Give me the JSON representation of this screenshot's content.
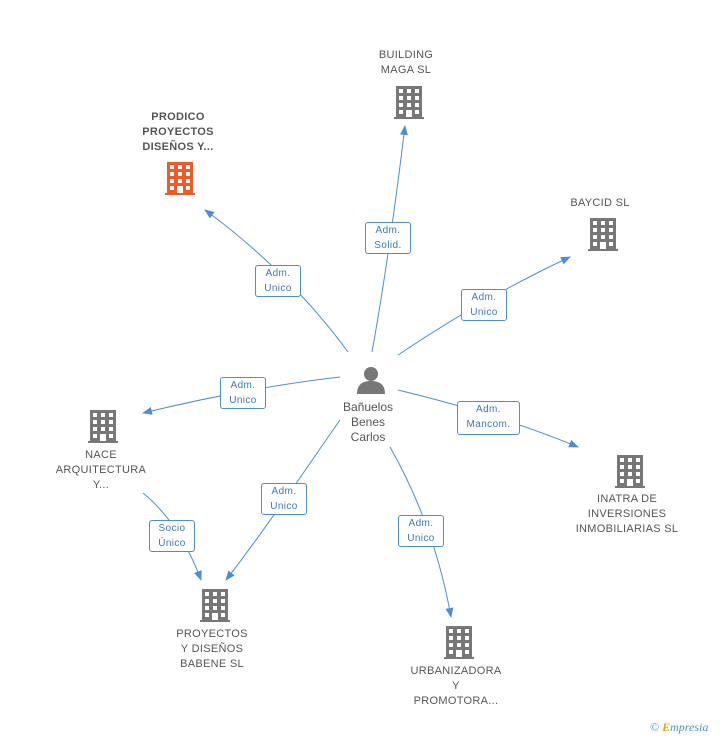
{
  "center": {
    "name": "Bañuelos\nBenes\nCarlos",
    "icon": "person-icon"
  },
  "companies": [
    {
      "id": "building",
      "name": "BUILDING\nMAGA SL",
      "icon": "building-icon",
      "color": "#777777"
    },
    {
      "id": "prodico",
      "name": "PRODICO\nPROYECTOS\nDISEÑOS Y...",
      "icon": "building-icon",
      "color": "#f05a28",
      "highlight": true
    },
    {
      "id": "baycid",
      "name": "BAYCID SL",
      "icon": "building-icon",
      "color": "#777777"
    },
    {
      "id": "nace",
      "name": "NACE\nARQUITECTURA\nY...",
      "icon": "building-icon",
      "color": "#777777"
    },
    {
      "id": "inatra",
      "name": "INATRA DE\nINVERSIONES\nINMOBILIARIAS SL",
      "icon": "building-icon",
      "color": "#777777"
    },
    {
      "id": "proyectos",
      "name": "PROYECTOS\nY DISEÑOS\nBABENE SL",
      "icon": "building-icon",
      "color": "#777777"
    },
    {
      "id": "urbanizadora",
      "name": "URBANIZADORA\nY\nPROMOTORA...",
      "icon": "building-icon",
      "color": "#777777"
    }
  ],
  "relations": [
    {
      "from": "center",
      "to": "building",
      "label": "Adm.\nSolid."
    },
    {
      "from": "center",
      "to": "prodico",
      "label": "Adm.\nUnico"
    },
    {
      "from": "center",
      "to": "baycid",
      "label": "Adm.\nUnico"
    },
    {
      "from": "center",
      "to": "nace",
      "label": "Adm.\nUnico"
    },
    {
      "from": "center",
      "to": "inatra",
      "label": "Adm.\nMancom."
    },
    {
      "from": "center",
      "to": "proyectos",
      "label": "Adm.\nUnico"
    },
    {
      "from": "center",
      "to": "urbanizadora",
      "label": "Adm.\nUnico"
    },
    {
      "from": "nace",
      "to": "proyectos",
      "label": "Socio\nÚnico"
    }
  ],
  "colors": {
    "edge": "#4a8fd6",
    "node": "#777777",
    "highlight": "#f05a28"
  },
  "footer": {
    "copyright": "©",
    "brand_e": "E",
    "brand_rest": "mpresia"
  }
}
